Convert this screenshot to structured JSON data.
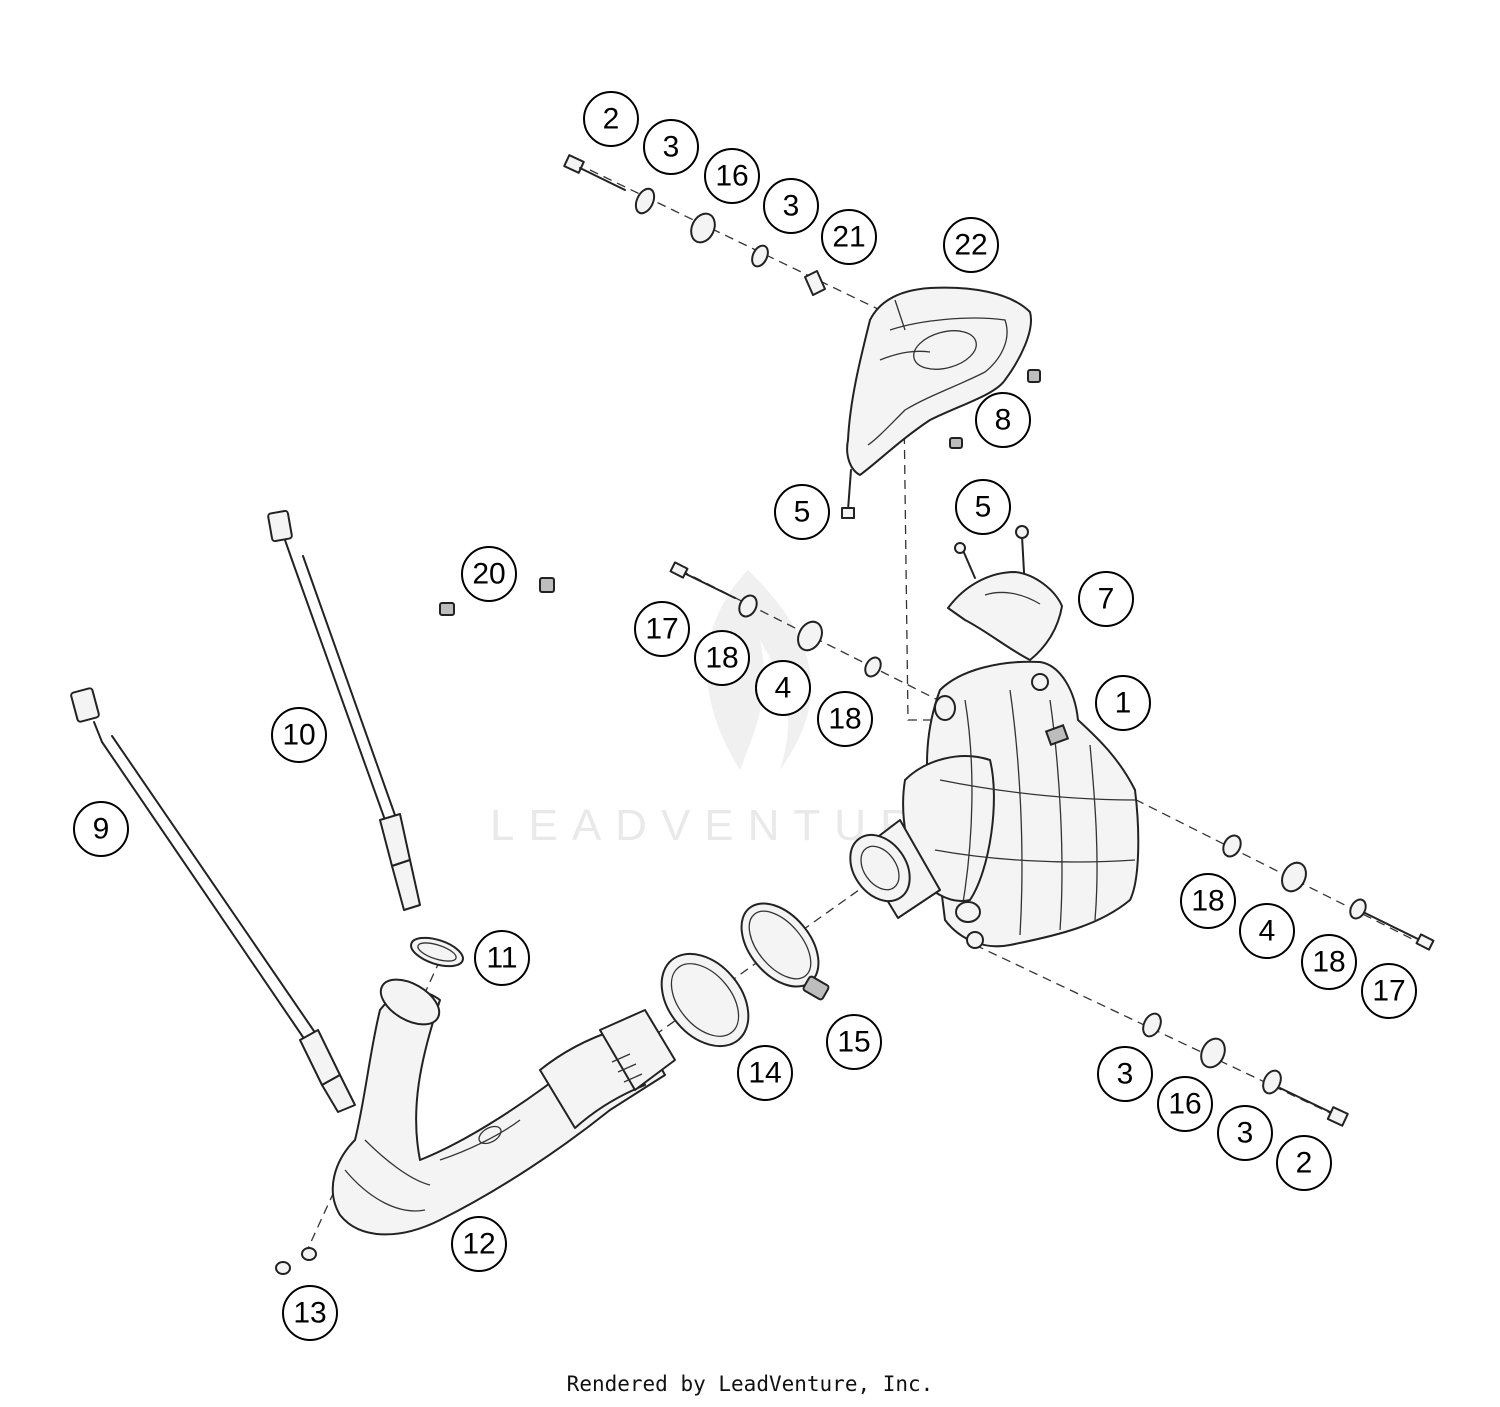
{
  "watermark": "LEADVENTURE",
  "footer": "Rendered by LeadVenture, Inc.",
  "callouts": [
    "2",
    "3",
    "16",
    "3",
    "21",
    "22",
    "8",
    "5",
    "5",
    "20",
    "7",
    "17",
    "18",
    "4",
    "18",
    "1",
    "10",
    "9",
    "18",
    "4",
    "18",
    "17",
    "11",
    "15",
    "14",
    "3",
    "16",
    "3",
    "2",
    "12",
    "13"
  ]
}
